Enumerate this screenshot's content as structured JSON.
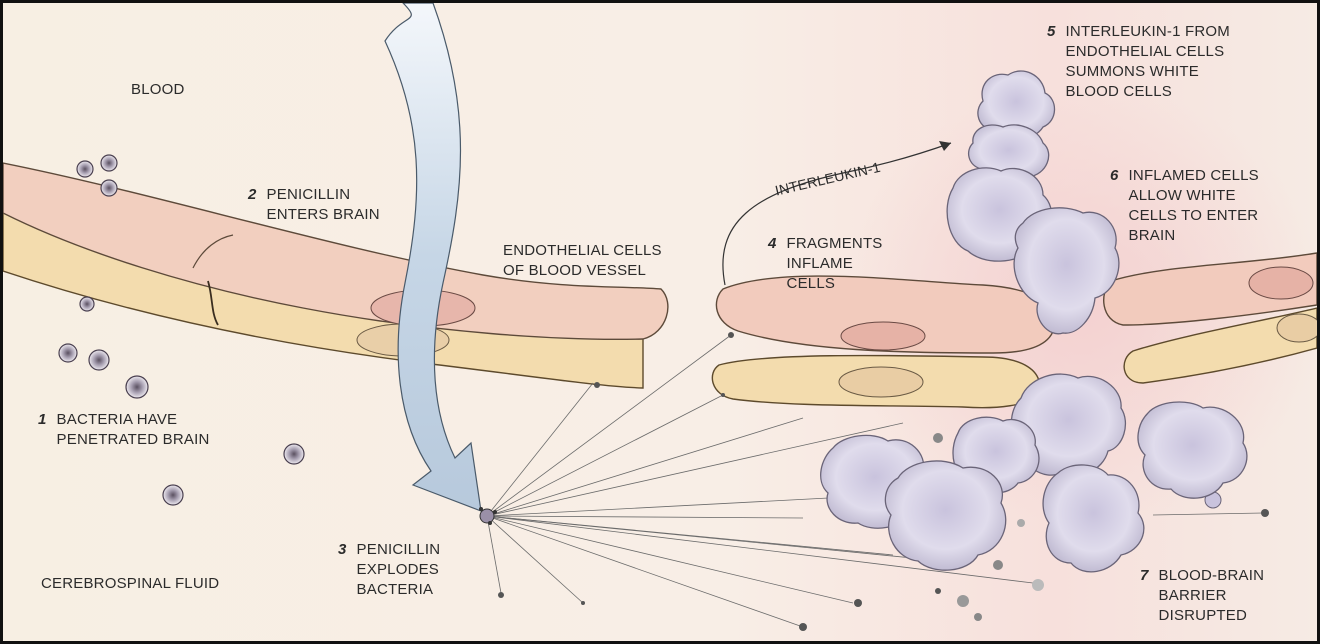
{
  "labels": {
    "blood": "BLOOD",
    "csf": "CEREBROSPINAL FLUID",
    "endothelial": [
      "ENDOTHELIAL CELLS",
      "OF BLOOD VESSEL"
    ],
    "interleukin_arrow": "INTERLEUKIN-1"
  },
  "steps": [
    {
      "num": "1",
      "lines": [
        "BACTERIA HAVE",
        "PENETRATED BRAIN"
      ]
    },
    {
      "num": "2",
      "lines": [
        "PENICILLIN",
        "ENTERS BRAIN"
      ]
    },
    {
      "num": "3",
      "lines": [
        "PENICILLIN",
        "EXPLODES",
        "BACTERIA"
      ]
    },
    {
      "num": "4",
      "lines": [
        "FRAGMENTS",
        "INFLAME",
        "CELLS"
      ]
    },
    {
      "num": "5",
      "lines": [
        "INTERLEUKIN-1 FROM",
        "ENDOTHELIAL CELLS",
        "SUMMONS WHITE",
        "BLOOD CELLS"
      ]
    },
    {
      "num": "6",
      "lines": [
        "INFLAMED CELLS",
        "ALLOW WHITE",
        "CELLS TO ENTER",
        "BRAIN"
      ]
    },
    {
      "num": "7",
      "lines": [
        "BLOOD-BRAIN",
        "BARRIER",
        "DISRUPTED"
      ]
    }
  ],
  "colors": {
    "background": "#f6efe4",
    "endothelial_pink": "#f2cfc0",
    "endothelial_tan": "#f3ddb2",
    "arrow_blue": "#c9d8e6",
    "white_cell": "#d9d8ea",
    "bacteria": "#8a7f93"
  }
}
